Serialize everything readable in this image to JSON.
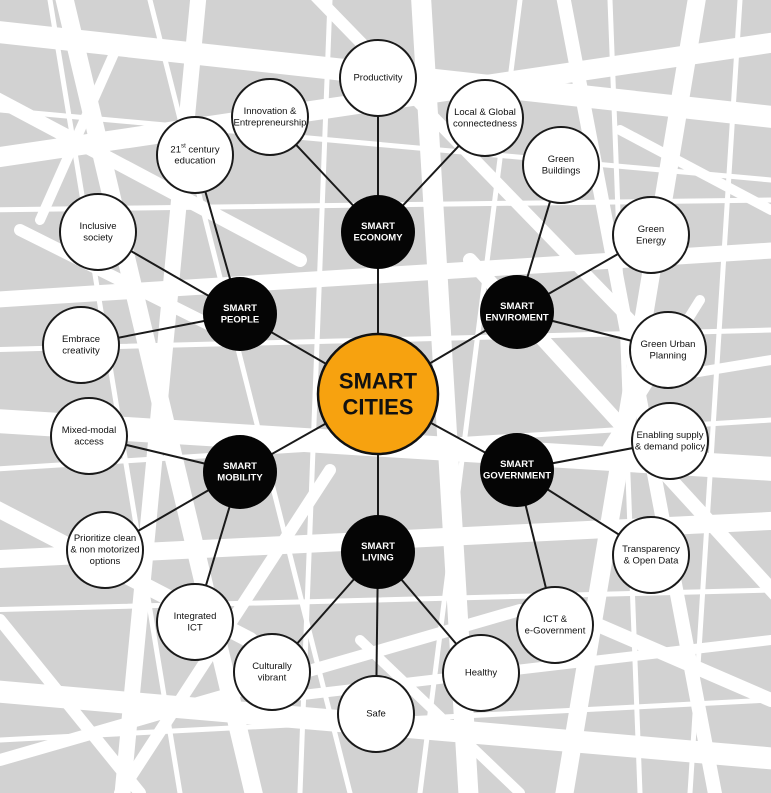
{
  "colors": {
    "background": "#d2d2d2",
    "streets": "#ffffff",
    "hub": "#f7a20f",
    "category": "#050505",
    "leaf": "#ffffff",
    "line": "#1a1a1a"
  },
  "hub": {
    "lines": [
      "SMART",
      "CITIES"
    ]
  },
  "categories": [
    {
      "id": "economy",
      "lines": [
        "SMART",
        "ECONOMY"
      ],
      "leaves": [
        {
          "lines": [
            "Innovation &",
            "Entrepreneurship"
          ]
        },
        {
          "lines": [
            "Productivity"
          ]
        },
        {
          "lines": [
            "Local & Global",
            "connectedness"
          ]
        }
      ]
    },
    {
      "id": "environment",
      "lines": [
        "SMART",
        "ENVIROMENT"
      ],
      "leaves": [
        {
          "lines": [
            "Green",
            "Buildings"
          ]
        },
        {
          "lines": [
            "Green",
            "Energy"
          ]
        },
        {
          "lines": [
            "Green Urban",
            "Planning"
          ]
        }
      ]
    },
    {
      "id": "government",
      "lines": [
        "SMART",
        "GOVERNMENT"
      ],
      "leaves": [
        {
          "lines": [
            "Enabling supply",
            "& demand policy"
          ]
        },
        {
          "lines": [
            "Transparency",
            "& Open Data"
          ]
        },
        {
          "lines": [
            "ICT &",
            "e-Government"
          ]
        }
      ]
    },
    {
      "id": "living",
      "lines": [
        "SMART",
        "LIVING"
      ],
      "leaves": [
        {
          "lines": [
            "Culturally",
            "vibrant"
          ]
        },
        {
          "lines": [
            "Safe"
          ]
        },
        {
          "lines": [
            "Healthy"
          ]
        }
      ]
    },
    {
      "id": "mobility",
      "lines": [
        "SMART",
        "MOBILITY"
      ],
      "leaves": [
        {
          "lines": [
            "Mixed-modal",
            "access"
          ]
        },
        {
          "lines": [
            "Prioritize clean",
            "& non motorized",
            "options"
          ]
        },
        {
          "lines": [
            "Integrated",
            "ICT"
          ]
        }
      ]
    },
    {
      "id": "people",
      "lines": [
        "SMART",
        "PEOPLE"
      ],
      "leaves": [
        {
          "lines": [
            "21st century",
            "education"
          ],
          "superscript": "st"
        },
        {
          "lines": [
            "Inclusive",
            "society"
          ]
        },
        {
          "lines": [
            "Embrace",
            "creativity"
          ]
        }
      ]
    }
  ]
}
